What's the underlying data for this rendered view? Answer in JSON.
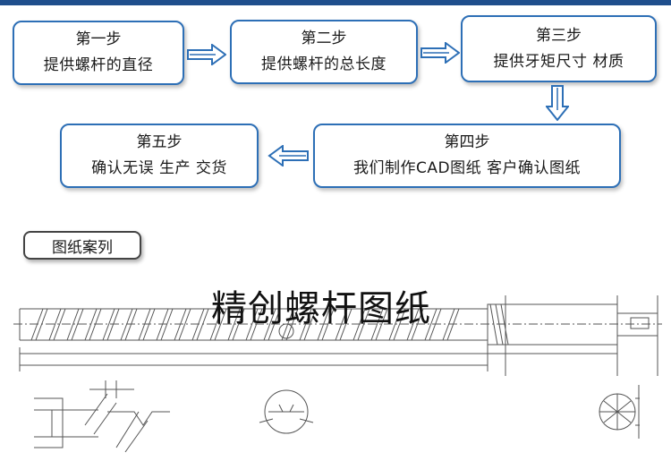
{
  "steps": [
    {
      "title": "第一步",
      "desc": "提供螺杆的直径"
    },
    {
      "title": "第二步",
      "desc": "提供螺杆的总长度"
    },
    {
      "title": "第三步",
      "desc": "提供牙矩尺寸 材质"
    },
    {
      "title": "第四步",
      "desc": "我们制作CAD图纸 客户确认图纸"
    },
    {
      "title": "第五步",
      "desc": "确认无误 生产 交货"
    }
  ],
  "sample_label": "图纸案列",
  "drawing_title": "精创螺杆图纸",
  "colors": {
    "accent": "#2d6fb6",
    "topbar": "#1f4e8c",
    "arrow_fill": "#7fb3e6"
  }
}
